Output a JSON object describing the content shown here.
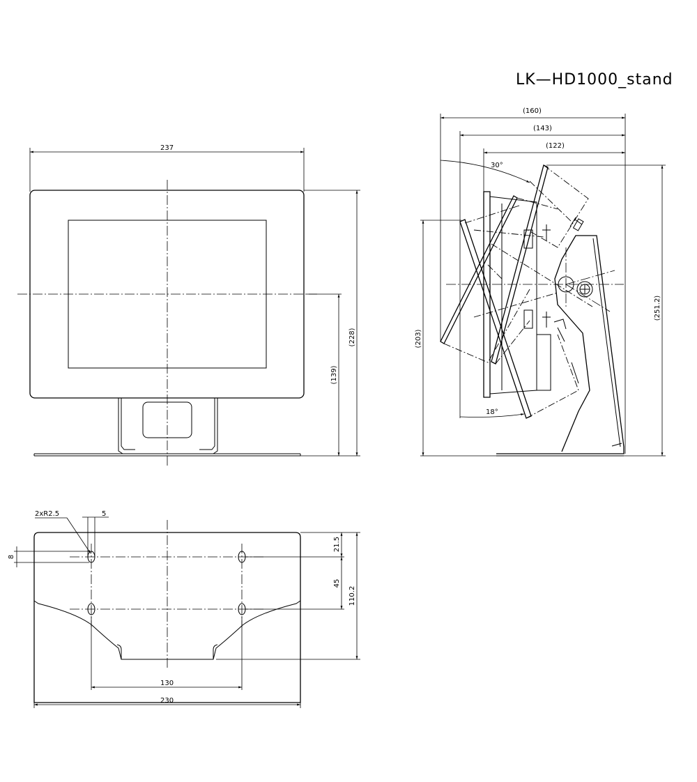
{
  "title": "LK—HD1000_stand",
  "front_view": {
    "dims": {
      "width": "237",
      "height_total": "(228)",
      "center_height": "(139)"
    }
  },
  "side_view": {
    "dims": {
      "d160": "(160)",
      "d143": "(143)",
      "d122": "(122)",
      "h2512": "(251.2)",
      "h203": "(203)",
      "angle30": "30°",
      "angle18": "18°"
    }
  },
  "base_view": {
    "dims": {
      "holes": "2xR2.5",
      "slot": "5",
      "hole_dia": "8",
      "top_off": "21.5",
      "pitch_v": "45",
      "depth": "110.2",
      "pitch_h": "130",
      "width": "230"
    }
  }
}
